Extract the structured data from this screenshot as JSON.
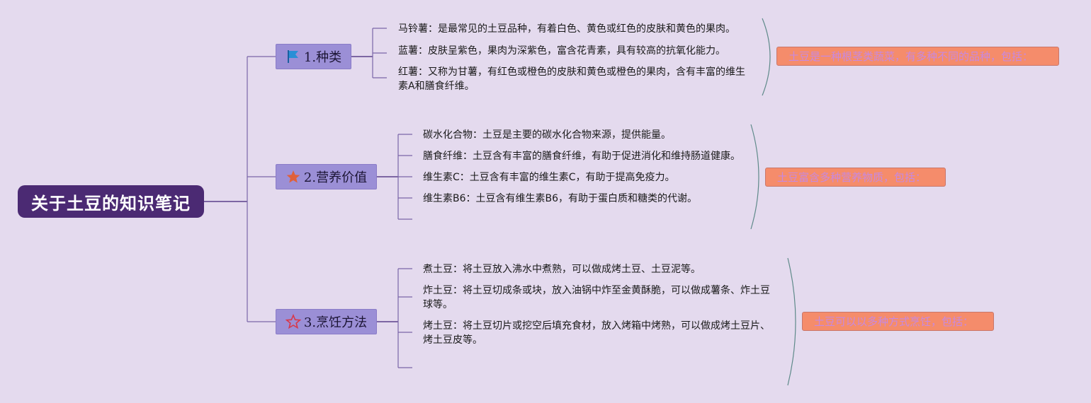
{
  "root": {
    "title": "关于土豆的知识笔记"
  },
  "branches": [
    {
      "label": "1.种类",
      "icon": "flag-icon",
      "leaves": [
        "马铃薯：是最常见的土豆品种，有着白色、黄色或红色的皮肤和黄色的果肉。",
        "蓝薯：皮肤呈紫色，果肉为深紫色，富含花青素，具有较高的抗氧化能力。",
        "红薯：又称为甘薯，有红色或橙色的皮肤和黄色或橙色的果肉，含有丰富的维生素A和膳食纤维。"
      ],
      "summary": "土豆是一种根茎类蔬菜，有多种不同的品种，包括："
    },
    {
      "label": "2.营养价值",
      "icon": "star-filled-icon",
      "leaves": [
        "碳水化合物：土豆是主要的碳水化合物来源，提供能量。",
        "膳食纤维：土豆含有丰富的膳食纤维，有助于促进消化和维持肠道健康。",
        "维生素C：土豆含有丰富的维生素C，有助于提高免疫力。",
        "维生素B6：土豆含有维生素B6，有助于蛋白质和糖类的代谢。"
      ],
      "summary": "土豆富含多种营养物质，包括："
    },
    {
      "label": "3.烹饪方法",
      "icon": "star-outline-icon",
      "leaves": [
        "煮土豆：将土豆放入沸水中煮熟，可以做成烤土豆、土豆泥等。",
        "炸土豆：将土豆切成条或块，放入油锅中炸至金黄酥脆，可以做成薯条、炸土豆球等。",
        "烤土豆：将土豆切片或挖空后填充食材，放入烤箱中烤熟，可以做成烤土豆片、烤土豆皮等。"
      ],
      "summary": "土豆可以以多种方式烹饪，包括："
    }
  ],
  "colors": {
    "background": "#e4daee",
    "root": "#4b2a73",
    "branch": "#9b8fd6",
    "summary": "#f58c6b",
    "summary_text": "#c789e0",
    "line": "#5b3f8a",
    "leaf_line": "#7a66a8",
    "bracket": "#5f8a8a",
    "flag": "#2a8fd6",
    "star_filled": "#e0603a",
    "star_outline": "#d8384a"
  }
}
